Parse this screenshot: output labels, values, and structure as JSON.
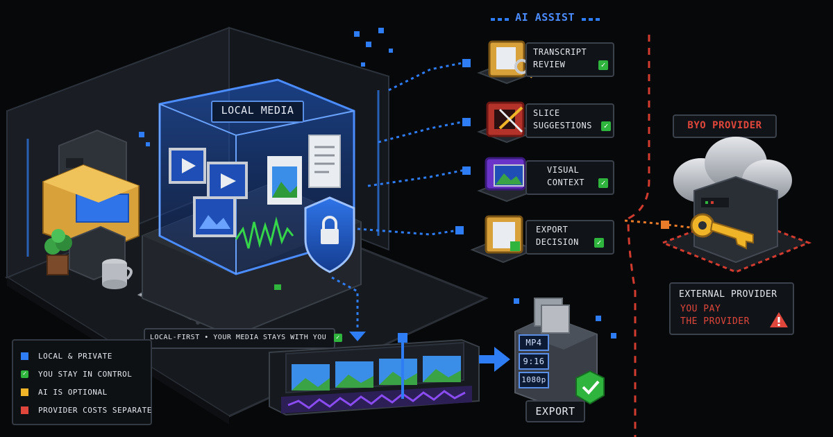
{
  "local_media": {
    "title": "LOCAL MEDIA"
  },
  "ai_assist": {
    "title": "AI ASSIST",
    "steps": [
      {
        "line1": "TRANSCRIPT",
        "line2": "REVIEW"
      },
      {
        "line1": "SLICE",
        "line2": "SUGGESTIONS"
      },
      {
        "line1": "VISUAL",
        "line2": "CONTEXT"
      },
      {
        "line1": "EXPORT",
        "line2": "DECISION"
      }
    ]
  },
  "byo_provider": {
    "title": "BYO PROVIDER",
    "card_title": "EXTERNAL PROVIDER",
    "card_line1": "YOU PAY",
    "card_line2": "THE PROVIDER"
  },
  "local_first_banner": "LOCAL-FIRST • YOUR MEDIA STAYS WITH YOU",
  "legend": [
    {
      "label": "LOCAL & PRIVATE",
      "color": "#2f7df5"
    },
    {
      "label": "YOU STAY IN CONTROL",
      "color": "#2fb43e"
    },
    {
      "label": "AI IS OPTIONAL",
      "color": "#f0b429"
    },
    {
      "label": "PROVIDER COSTS SEPARATE",
      "color": "#e0473c"
    }
  ],
  "export": {
    "label": "EXPORT",
    "formats": [
      "MP4",
      "9:16",
      "1080p"
    ]
  },
  "colors": {
    "accent_blue": "#2f7df5",
    "accent_green": "#2fb43e",
    "accent_red": "#e0473c",
    "accent_gold": "#f0b429"
  }
}
